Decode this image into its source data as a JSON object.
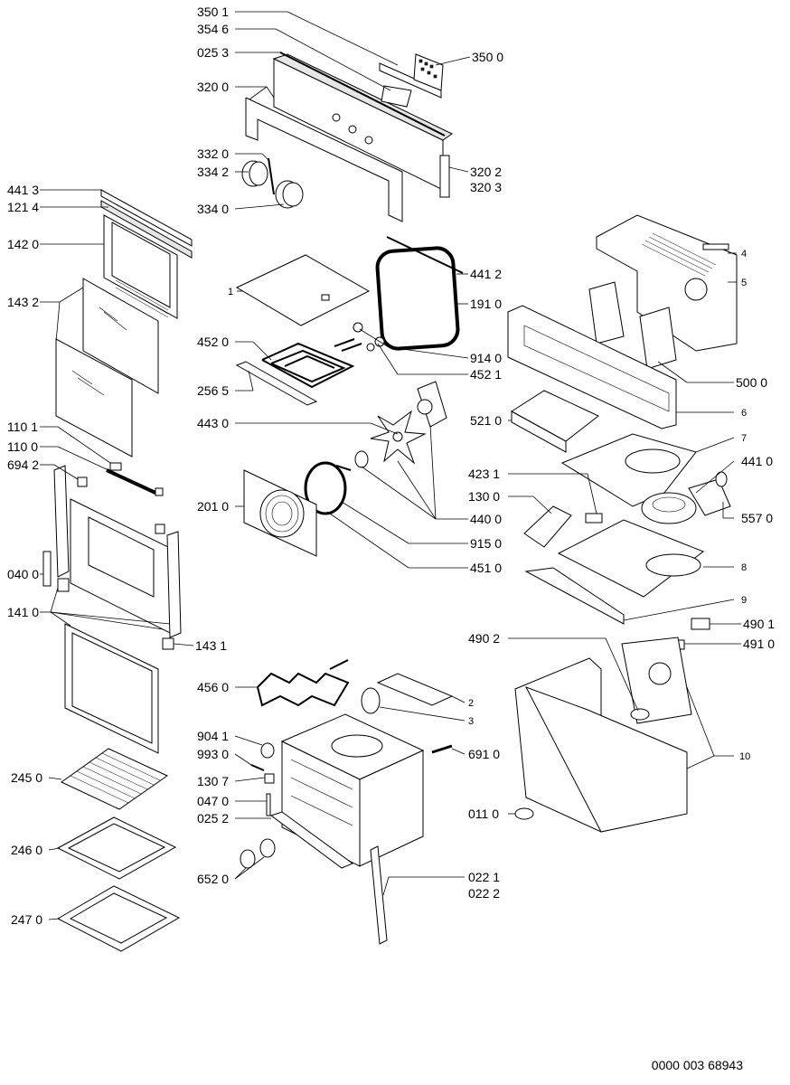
{
  "labels": [
    "350 1",
    "354 6",
    "025 3",
    "350 0",
    "320 0",
    "332 0",
    "334 2",
    "334 0",
    "320 2",
    "320 3",
    "441 3",
    "121 4",
    "142 0",
    "143 2",
    "110 1",
    "110 0",
    "694 2",
    "040 0",
    "141 0",
    "143 1",
    "1",
    "452 0",
    "256 5",
    "443 0",
    "201 0",
    "441 2",
    "191 0",
    "914 0",
    "452 1",
    "440 0",
    "915 0",
    "451 0",
    "4",
    "5",
    "500 0",
    "6",
    "521 0",
    "7",
    "441 0",
    "423 1",
    "130 0",
    "557 0",
    "8",
    "9",
    "490 1",
    "491 0",
    "490 2",
    "10",
    "011 0",
    "456 0",
    "2",
    "3",
    "904 1",
    "993 0",
    "130 7",
    "691 0",
    "047 0",
    "025 2",
    "652 0",
    "022 1",
    "022 2",
    "245 0",
    "246 0",
    "247 0"
  ],
  "footer": {
    "doc_code": "0000 003 68943"
  }
}
